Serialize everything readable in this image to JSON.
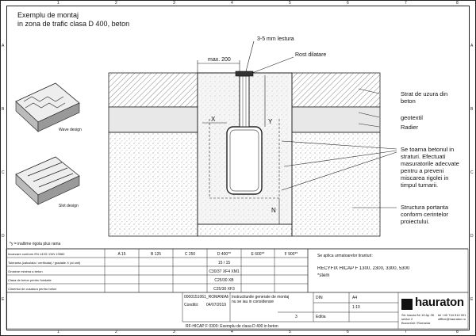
{
  "title": {
    "line1": "Exemplu de montaj",
    "line2": "in zona de trafic clasa D 400, beton"
  },
  "grid": {
    "top_numbers": [
      "1",
      "2",
      "3",
      "4",
      "5",
      "6",
      "7",
      "8"
    ],
    "side_letters": [
      "A",
      "B",
      "C",
      "D",
      "E"
    ]
  },
  "drawing_labels": {
    "joint": "3-5 mm lestura",
    "grate": "Rost dilatare",
    "max": "max. 200",
    "x": "X",
    "y": "Y",
    "n": "N"
  },
  "callouts": {
    "wear_layer": "Strat de uzura din\nbeton",
    "geotextile": "geotextil",
    "radier": "Radier",
    "concrete": "Se toarna betonul in\nstraturi. Efectuati\nmasuratorile adecvate\npentru a preveni\nmiscarea rigolei in\ntimpul turnarii.",
    "structure": "Structura portanta\nconform cerintelor\nproiectului."
  },
  "designs": {
    "wave": "Wave design",
    "slot": "Slot design"
  },
  "note_y": "*y = inaltime rigola plus rama",
  "table": {
    "col_heads": [
      "A 15",
      "B 125",
      "C 250",
      "D 400**",
      "E 600**",
      "F 900**"
    ],
    "rows": [
      {
        "label": "Incarcare conform EN 1433 / DIN 19580",
        "vals": [
          "",
          "",
          "",
          "",
          "",
          ""
        ]
      },
      {
        "label": "Toleranta (calculata / verificata) / gradatie X (al unit)",
        "vals": [
          "",
          "",
          "15 / 15",
          "",
          "",
          ""
        ]
      },
      {
        "label": "Grosime minima a beton",
        "vals": [
          "",
          "",
          "C30/37 XF4 XM1",
          "",
          "",
          ""
        ]
      },
      {
        "label": "Clasa de beton pentru fundatie",
        "vals": [
          "",
          "",
          "C25/30 XB",
          "",
          "",
          ""
        ]
      },
      {
        "label": "Cimentul de cusatura pentru beton",
        "vals": [
          "",
          "",
          "C25/30 XF3",
          "",
          "",
          ""
        ]
      }
    ],
    "appl_head": "Se aplica urmatoarelor tiranturi:",
    "appl_val": "RECYFIX HICAP F 1300, 2300, 3300, 5300",
    "appl_note": "*stem"
  },
  "footer": {
    "code": "0000151061_ROMANIAM.dwg",
    "cond_label": "Conditii:",
    "date": "04/07/2019",
    "instruction": "Instructiunile generale de montaj\nnu se iau in considerare",
    "scale_label": "DIN",
    "paper": "A4",
    "scale": "1:10",
    "edition_label": "Editia",
    "drawing_title": "RF-HICAP F 0300: Exemplu de clasa D 400 in beton",
    "sheet": "3"
  },
  "company": {
    "name": "hauraton",
    "address": "Str. Iasului Nr 10 Ap 35\nsector 2\nBucuresti / Romania",
    "contact": "tel +40 744 910 001\nofffice@hauraton.ro"
  }
}
